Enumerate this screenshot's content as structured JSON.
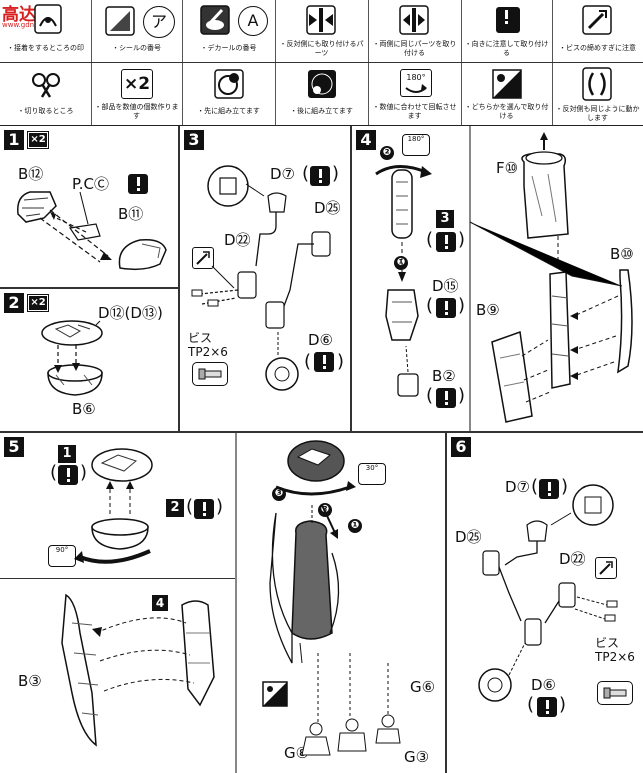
{
  "watermark": {
    "title": "高达网",
    "url": "www.gdnet.com"
  },
  "legend": {
    "row1": [
      {
        "icon": "glue-point-icon",
        "caption": "・接着をするところの印"
      },
      {
        "icon": "sticker-number-icon",
        "glyph": "ア",
        "caption": "・シールの番号"
      },
      {
        "icon": "decal-number-icon",
        "glyph": "A",
        "caption": "・デカールの番号"
      },
      {
        "icon": "attach-opposite-icon",
        "caption": "・反対側にも取り付けるパーツ"
      },
      {
        "icon": "attach-both-sides-icon",
        "caption": "・両側に同じパーツを取り付ける"
      },
      {
        "icon": "orientation-warning-icon",
        "caption": "・向きに注意して取り付ける"
      },
      {
        "icon": "screw-straight-icon",
        "caption": "・ビスの締めすぎに注意"
      }
    ],
    "row2": [
      {
        "icon": "cut-point-icon",
        "caption": "・切り取るところ"
      },
      {
        "icon": "make-multiple-icon",
        "glyph": "×2",
        "caption": "・部品を数値の個数作ります"
      },
      {
        "icon": "assemble-first-icon",
        "caption": "・先に組み立てます"
      },
      {
        "icon": "assemble-later-icon",
        "caption": "・後に組み立てます"
      },
      {
        "icon": "rotate-180-icon",
        "glyph": "180°",
        "caption": "・数値に合わせて回転させます"
      },
      {
        "icon": "choose-either-icon",
        "caption": "・どちらかを選んで取り付ける"
      },
      {
        "icon": "mirror-symmetric-icon",
        "caption": "・反対側も同じように動かします"
      }
    ]
  },
  "steps": {
    "s1": {
      "num": "1",
      "mult": "×2",
      "parts": [
        "B⑫",
        "P.CⒸ",
        "B⑪"
      ]
    },
    "s2": {
      "num": "2",
      "mult": "×2",
      "parts": [
        "D⑫(D⑬)",
        "B⑥"
      ]
    },
    "s3": {
      "num": "3",
      "parts": [
        "D⑦",
        "D㉕",
        "D㉒",
        "D⑥"
      ],
      "screw": "ビス",
      "screw_size": "TP2×6"
    },
    "s4": {
      "num": "4",
      "parts": [
        "F⑩",
        "B⑩",
        "B⑨",
        "D⑮",
        "B②"
      ],
      "sub_step": "3",
      "rot_label": "180°",
      "seq": [
        "❷",
        "❶"
      ]
    },
    "s5": {
      "num": "5",
      "sub1": "1",
      "sub2": "2",
      "sub4": "4",
      "parts": [
        "B③",
        "G⑥",
        "G⑧",
        "G③"
      ],
      "rot_label": "30°",
      "rot_label2": "90°",
      "seq": [
        "❸",
        "❷",
        "❶"
      ]
    },
    "s6": {
      "num": "6",
      "parts": [
        "D⑦",
        "D㉕",
        "D㉒",
        "D⑥"
      ],
      "screw": "ビス",
      "screw_size": "TP2×6"
    }
  }
}
